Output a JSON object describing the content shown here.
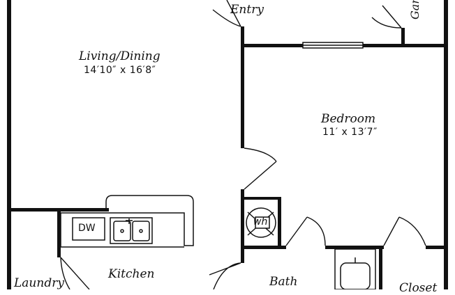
{
  "rooms": {
    "entry": {
      "name": "Entry"
    },
    "garage": {
      "name": "Garage"
    },
    "living_dining": {
      "name": "Living/Dining",
      "dims": "14′10″ x 16′8″"
    },
    "bedroom": {
      "name": "Bedroom",
      "dims": "11′ x 13′7″"
    },
    "kitchen": {
      "name": "Kitchen"
    },
    "laundry": {
      "name": "Laundry"
    },
    "bath": {
      "name": "Bath"
    },
    "closet": {
      "name": "Closet"
    }
  },
  "fixtures": {
    "dishwasher": "DW",
    "water_heater": "wh"
  }
}
